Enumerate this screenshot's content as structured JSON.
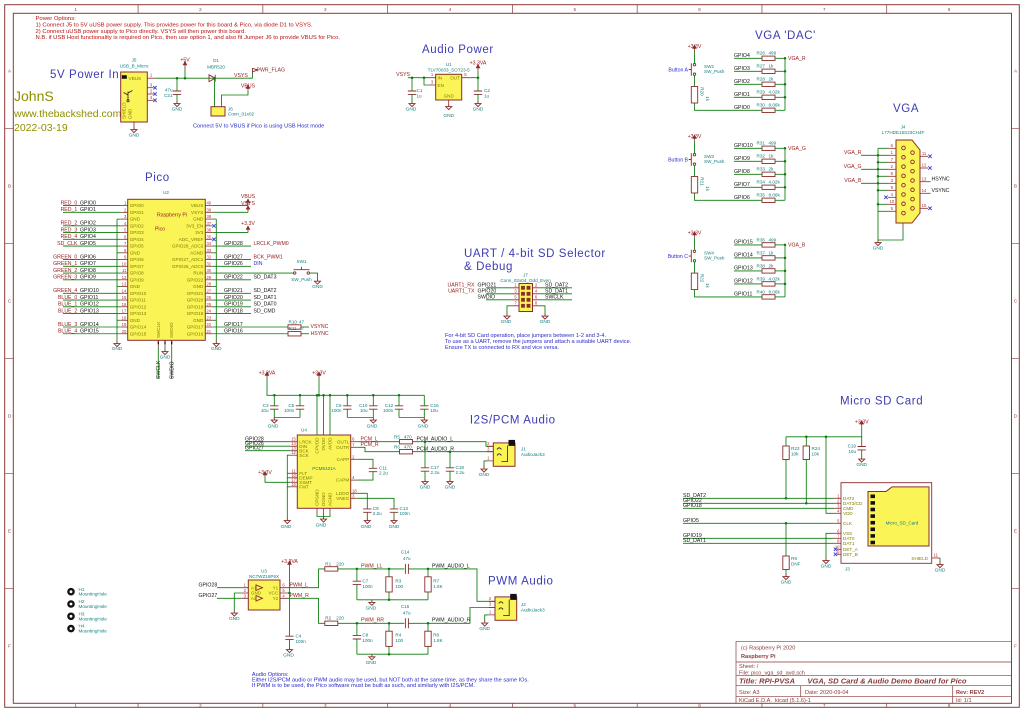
{
  "gnd": "GND",
  "v33": "+3.3V",
  "v33a": "+3.3VA",
  "frame": {
    "cols": [
      "1",
      "2",
      "3",
      "4",
      "5",
      "6",
      "7",
      "8"
    ],
    "rows": [
      "A",
      "B",
      "C",
      "D",
      "E",
      "F"
    ]
  },
  "tb": {
    "copyright": "(c) Raspberry Pi 2020",
    "company": "Raspberry Pi",
    "sheet": "Sheet: /",
    "file": "File: pico_vga_sd_avd.sch",
    "title": "Title: RPI-PVSA      VGA, SD Card & Audio Demo Board for Pico",
    "size": "Size: A3",
    "date": "Date: 2020-09-04",
    "rev": "Rev: REV2",
    "kicad": "KiCad E.D.A.  kicad (5.1.6)-1",
    "id": "Id: 1/1"
  },
  "author": {
    "name": "JohnS",
    "url": "www.thebackshed.com",
    "date": "2022-03-19"
  },
  "notes": {
    "power": [
      "Power Options:",
      "1) Connect J5 to 5V uUSB power supply. This provides power for this board & Pico, via diode D1 to VSYS.",
      "2) Connect uUSB power supply to Pico directly. VSYS will then power this board.",
      "N.B. if USB Host functionality is required on Pico, then use option 1, and also fit Jumper J6 to provide VBUS for Pico."
    ],
    "usb": "Connect 5V to VBUS if Pico is using USB Host mode",
    "sd": [
      "For 4-bit SD Card operation, place jumpers between 1-2 and 3-4.",
      "To use as a UART, remove the jumpers and attach a suitable UART device.",
      "Ensure TX is connected to RX and vice versa."
    ],
    "audio": [
      "Audio Options:",
      "Either I2S/PCM audio or PWM audio may be used, but NOT both at the same time, as they share the same IOs.",
      "If PWM is to be used, the Pico software must be built as such, and similarly with I2S/PCM."
    ]
  },
  "p5": {
    "title": "5V Power In",
    "j5ref": "J5",
    "j5val": "USB_B_Micro",
    "vbuspin": "VBUS",
    "shield": "SHIELD",
    "gndpin": "GND",
    "n1": "1",
    "n2": "2",
    "n3": "3",
    "n4": "4",
    "p5v": "+5V",
    "d1ref": "D1",
    "d1val": "MBR520",
    "vsys": "VSYS",
    "flag": "PWR_FLAG",
    "vbus": "VBUS",
    "c21ref": "C21",
    "c21val": "47u",
    "j6ref": "J6",
    "j6val": "Conn_01x02"
  },
  "pico": {
    "title": "Pico",
    "ref": "U2",
    "v1": "Raspberry Pi",
    "v2": "Pico",
    "swclk": "SWCLK",
    "swdio": "SWDIO",
    "sw1ref": "SW1",
    "sw1val": "SW_Push",
    "left": [
      {
        "n": "1",
        "p": "GPIO0",
        "net": "GPIO0",
        "h": "RED_0"
      },
      {
        "n": "2",
        "p": "GPIO1",
        "net": "GPIO1",
        "h": "RED_1"
      },
      {
        "n": "3",
        "p": "GND"
      },
      {
        "n": "4",
        "p": "GPIO2",
        "net": "GPIO2",
        "h": "RED_2"
      },
      {
        "n": "5",
        "p": "GPIO3",
        "net": "GPIO3",
        "h": "RED_3"
      },
      {
        "n": "6",
        "p": "GPIO4",
        "net": "GPIO4",
        "h": "RED_4"
      },
      {
        "n": "7",
        "p": "GPIO5",
        "net": "GPIO5",
        "h": "SD_CLK"
      },
      {
        "n": "8",
        "p": "GND"
      },
      {
        "n": "9",
        "p": "GPIO6",
        "net": "GPIO6",
        "h": "GREEN_0"
      },
      {
        "n": "10",
        "p": "GPIO7",
        "net": "GPIO7",
        "h": "GREEN_1"
      },
      {
        "n": "11",
        "p": "GPIO8",
        "net": "GPIO8",
        "h": "GREEN_2"
      },
      {
        "n": "12",
        "p": "GPIO9",
        "net": "GPIO9",
        "h": "GREEN_3"
      },
      {
        "n": "13",
        "p": "GND"
      },
      {
        "n": "14",
        "p": "GPIO10",
        "net": "GPIO10",
        "h": "GREEN_4"
      },
      {
        "n": "15",
        "p": "GPIO11",
        "net": "GPIO11",
        "h": "BLUE_0"
      },
      {
        "n": "16",
        "p": "GPIO12",
        "net": "GPIO12",
        "h": "BLUE_1"
      },
      {
        "n": "17",
        "p": "GPIO13",
        "net": "GPIO13",
        "h": "BLUE_2"
      },
      {
        "n": "18",
        "p": "GND"
      },
      {
        "n": "19",
        "p": "GPIO14",
        "net": "GPIO14",
        "h": "BLUE_3"
      },
      {
        "n": "20",
        "p": "GPIO15",
        "net": "GPIO15",
        "h": "BLUE_4"
      }
    ],
    "right": [
      {
        "n": "40",
        "p": "VBUS",
        "k": "pwr",
        "a": "VBUS"
      },
      {
        "n": "39",
        "p": "VSYS",
        "k": "pwr",
        "a": "VSYS"
      },
      {
        "n": "38",
        "p": "GND",
        "k": "gnd"
      },
      {
        "n": "37",
        "p": "3V3_EN",
        "k": "nc"
      },
      {
        "n": "36",
        "p": "3V3",
        "k": "pwr",
        "a": "+3.3V"
      },
      {
        "n": "35",
        "p": "ADC_VREF",
        "k": "nc"
      },
      {
        "n": "34",
        "p": "GPIO28_ADC2",
        "k": "lbl",
        "a": "GPIO28",
        "b": "LRCLK_PWM0",
        "c": "h"
      },
      {
        "n": "33",
        "p": "AGND",
        "k": "gnd"
      },
      {
        "n": "32",
        "p": "GPIO27_ADC1",
        "k": "lbl",
        "a": "GPIO27",
        "b": "BCK_PWM1",
        "c": "h"
      },
      {
        "n": "31",
        "p": "GPIO26_ADC0",
        "k": "lbl",
        "a": "GPIO26",
        "b": "DIN",
        "c": "b"
      },
      {
        "n": "30",
        "p": "RUN",
        "k": "sw"
      },
      {
        "n": "29",
        "p": "GPIO22",
        "k": "lbl",
        "a": "GPIO22",
        "b": "SD_DAT3",
        "c": "n"
      },
      {
        "n": "28",
        "p": "GND",
        "k": "gnd"
      },
      {
        "n": "27",
        "p": "GPIO21",
        "k": "lbl",
        "a": "GPIO21",
        "b": "SD_DAT2",
        "c": "n"
      },
      {
        "n": "26",
        "p": "GPIO20",
        "k": "lbl",
        "a": "GPIO20",
        "b": "SD_DAT1",
        "c": "n"
      },
      {
        "n": "25",
        "p": "GPIO19",
        "k": "lbl",
        "a": "GPIO19",
        "b": "SD_DAT0",
        "c": "n"
      },
      {
        "n": "24",
        "p": "GPIO18",
        "k": "lbl",
        "a": "GPIO18",
        "b": "SD_CMD",
        "c": "n"
      },
      {
        "n": "23",
        "p": "GND",
        "k": "gnd"
      },
      {
        "n": "22",
        "p": "GPIO17",
        "k": "res",
        "a": "GPIO17",
        "r": "R10",
        "v": "47",
        "b": "VSYNC"
      },
      {
        "n": "21",
        "p": "GPIO16",
        "k": "res",
        "a": "GPIO16",
        "r": "R11",
        "v": "47",
        "b": "HSYNC"
      }
    ]
  },
  "ap": {
    "title": "Audio Power",
    "ref": "U1",
    "val": "TLV70033_SOT23-5",
    "vsys": "VSYS",
    "in": "IN",
    "en": "EN",
    "out": "OUT",
    "gndp": "GND",
    "n1": "1",
    "n3": "3",
    "n5": "5",
    "c1r": "C1",
    "c1v": "1u",
    "c2r": "C2",
    "c2v": "1u"
  },
  "dac": {
    "title": "VGA 'DAC'",
    "groups": [
      {
        "btn": "Button A",
        "sw": "SW2",
        "swv": "SW_Push",
        "rr": "R20",
        "rv": "1k",
        "out": "VGA_R",
        "rows": [
          {
            "g": "GPIO4",
            "r": "R26",
            "v": "499"
          },
          {
            "g": "GPIO3",
            "r": "R27",
            "v": "1k"
          },
          {
            "g": "GPIO2",
            "r": "R28",
            "v": "2k"
          },
          {
            "g": "GPIO1",
            "r": "R29",
            "v": "4.02k"
          },
          {
            "g": "GPIO0",
            "r": "R30",
            "v": "8.06k"
          }
        ]
      },
      {
        "btn": "Button B",
        "sw": "SW3",
        "swv": "SW_Push",
        "rr": "R21",
        "rv": "1k",
        "out": "VGA_G",
        "rows": [
          {
            "g": "GPIO10",
            "r": "R31",
            "v": "499"
          },
          {
            "g": "GPIO9",
            "r": "R32",
            "v": "1k"
          },
          {
            "g": "GPIO8",
            "r": "R33",
            "v": "2k"
          },
          {
            "g": "GPIO7",
            "r": "R34",
            "v": "4.02k"
          },
          {
            "g": "GPIO6",
            "r": "R35",
            "v": "8.06k"
          }
        ]
      },
      {
        "btn": "Button C",
        "sw": "SW4",
        "swv": "SW_Push",
        "rr": "R22",
        "rv": "1k",
        "out": "VGA_B",
        "rows": [
          {
            "g": "GPIO15",
            "r": "R36",
            "v": "499"
          },
          {
            "g": "GPIO14",
            "r": "R37",
            "v": "1k"
          },
          {
            "g": "GPIO13",
            "r": "R38",
            "v": "2k"
          },
          {
            "g": "GPIO12",
            "r": "R39",
            "v": "4.02k"
          },
          {
            "g": "GPIO11",
            "r": "R40",
            "v": "8.06k"
          }
        ]
      }
    ]
  },
  "vga": {
    "title": "VGA",
    "ref": "J4",
    "val": "L77HDE15S23CH4F",
    "ln": [
      "6",
      "1",
      "7",
      "2",
      "8",
      "3",
      "9",
      "4",
      "10",
      "5"
    ],
    "rn": [
      "11",
      "12",
      "13",
      "14",
      "15"
    ],
    "r": "VGA_R",
    "g": "VGA_G",
    "b": "VGA_B",
    "h": "HSYNC",
    "v": "VSYNC"
  },
  "uart": {
    "t1": "UART / 4-bit SD Selector",
    "t2": "& Debug",
    "ref": "J7",
    "val": "Conn_02x04_Odd_Even",
    "ln": [
      "1",
      "3",
      "5",
      "7"
    ],
    "rn": [
      "2",
      "4",
      "6",
      "8"
    ],
    "la": [
      "UART1_RX",
      "UART1_TX",
      ""
    ],
    "lb": [
      "GPIO21",
      "GPIO20",
      "SWDIO"
    ],
    "rb": [
      "SD_DAT2",
      "SD_DAT1",
      "SWCLK"
    ]
  },
  "i2s": {
    "title": "I2S/PCM Audio",
    "ref": "U4",
    "val": "PCM5101A",
    "caps": [
      {
        "r": "C3",
        "v": "10u"
      },
      {
        "r": "C5",
        "v": "100n"
      },
      {
        "r": "C6",
        "v": "100n"
      },
      {
        "r": "C10",
        "v": "10u"
      },
      {
        "r": "C12",
        "v": "100n"
      },
      {
        "r": "C16",
        "v": "10u"
      }
    ],
    "lp": [
      {
        "n": "15",
        "p": "LRCK"
      },
      {
        "n": "14",
        "p": "DIN"
      },
      {
        "n": "13",
        "p": "BCK"
      },
      {
        "n": "12",
        "p": "SCK"
      },
      {
        "n": "11",
        "p": "FLT"
      },
      {
        "n": "10",
        "p": "DEMP"
      },
      {
        "n": "17",
        "p": "XSMT"
      },
      {
        "n": "16",
        "p": "FMT"
      }
    ],
    "tp": [
      "CPVDD",
      "DVDD",
      "AVDD"
    ],
    "bp": [
      "CPGND",
      "DGND",
      "AGND"
    ],
    "rp": [
      {
        "n": "6",
        "p": "OUTL"
      },
      {
        "n": "7",
        "p": "OUTR"
      },
      {
        "n": "2",
        "p": "CAPP"
      },
      {
        "n": "4",
        "p": "CAPM"
      },
      {
        "n": "18",
        "p": "LDOO"
      },
      {
        "n": "3",
        "p": "VNEG"
      }
    ],
    "nets": [
      "GPIO28",
      "GPIO26",
      "GPIO27"
    ],
    "pcml": "PCM_L",
    "pcmr": "PCM_R",
    "al": "PCM_AUDIO_L",
    "ar": "PCM_AUDIO_R",
    "r5r": "R5",
    "r5v": "470",
    "r6r": "R6",
    "r6v": "470",
    "c11": {
      "r": "C11",
      "v": "2.2u"
    },
    "c17": {
      "r": "C17",
      "v": "2.2u"
    },
    "c18": {
      "r": "C18",
      "v": "2.2u"
    },
    "c9": {
      "r": "C9",
      "v": "2.2u"
    },
    "c13": {
      "r": "C13",
      "v": "100n"
    },
    "j1ref": "J1",
    "j1val": "AudioJack3"
  },
  "pwm": {
    "title": "PWM Audio",
    "ref": "U3",
    "val": "NC7WZ16P6X",
    "ln": [
      "1",
      "2",
      "3"
    ],
    "rn": [
      "6",
      "5",
      "4"
    ],
    "lp": [
      "A1",
      "GND",
      "A2"
    ],
    "rp": [
      "Y1",
      "VCC",
      "Y2"
    ],
    "nets": [
      "GPIO28",
      "GPIO27"
    ],
    "pl": "PWM_L",
    "pr": "PWM_R",
    "pll": "PWM_LL",
    "prr": "PWM_RR",
    "al": "PWM_AUDIO_L",
    "ar": "PWM_AUDIO_R",
    "c4": {
      "r": "C4",
      "v": "100n"
    },
    "r1": {
      "r": "R1",
      "v": "220"
    },
    "r2": {
      "r": "R2",
      "v": "220"
    },
    "c7": {
      "r": "C7",
      "v": "100n"
    },
    "c8": {
      "r": "C8",
      "v": "100n"
    },
    "r3": {
      "r": "R3",
      "v": "100"
    },
    "r4": {
      "r": "R4",
      "v": "100"
    },
    "c14": {
      "r": "C14",
      "v": "47u"
    },
    "c15": {
      "r": "C15",
      "v": "47u"
    },
    "r7": {
      "r": "R7",
      "v": "1.8K"
    },
    "r8": {
      "r": "R8",
      "v": "1.8K"
    },
    "j2ref": "J2",
    "j2val": "AudioJack3"
  },
  "sd": {
    "title": "Micro SD Card",
    "ref": "J3",
    "val": "Micro_SD_Card",
    "pins": [
      {
        "n": "1",
        "p": "DAT2"
      },
      {
        "n": "2",
        "p": "DAT3/CD"
      },
      {
        "n": "3",
        "p": "CMD"
      },
      {
        "n": "4",
        "p": "VDD"
      },
      {
        "n": "5",
        "p": "CLK"
      },
      {
        "n": "6",
        "p": "VSS"
      },
      {
        "n": "7",
        "p": "DAT0"
      },
      {
        "n": "8",
        "p": "DAT1"
      },
      {
        "n": "10",
        "p": "DET_A"
      },
      {
        "n": "9",
        "p": "DET_B"
      }
    ],
    "shn": "11",
    "shp": "SHIELD",
    "nets": [
      "SD_DAT2",
      "GPIO22",
      "GPIO18",
      "GPIO5",
      "GPIO19",
      "SD_DAT1"
    ],
    "r23": {
      "r": "R23",
      "v": "10k"
    },
    "r24": {
      "r": "R24",
      "v": "10k"
    },
    "r9": {
      "r": "R9",
      "v": "DNF"
    },
    "c19": {
      "r": "C19",
      "v": "10u"
    }
  },
  "mh": {
    "items": [
      {
        "r": "H1",
        "v": "MountingHole"
      },
      {
        "r": "H2",
        "v": "MountingHole"
      },
      {
        "r": "H3",
        "v": "MountingHole"
      },
      {
        "r": "H4",
        "v": "MountingHole"
      }
    ]
  }
}
